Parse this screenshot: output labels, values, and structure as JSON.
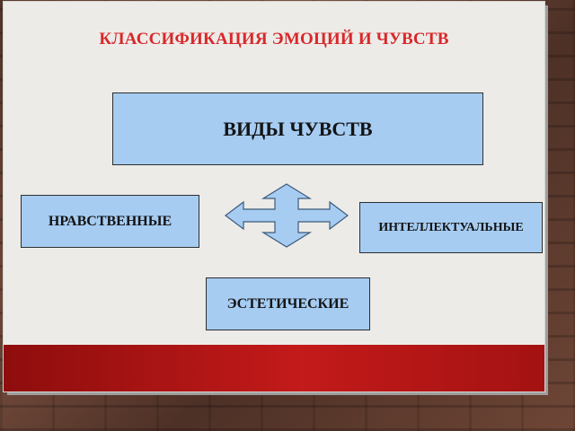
{
  "slide": {
    "title": "КЛАССИФИКАЦИЯ ЭМОЦИЙ И ЧУВСТВ"
  },
  "diagram": {
    "center": "ВИДЫ ЧУВСТВ",
    "left": "НРАВСТВЕННЫЕ",
    "right": "ИНТЕЛЛЕКТУАЛЬНЫЕ",
    "bottom": "ЭСТЕТИЧЕСКИЕ"
  },
  "colors": {
    "title": "#d8282a",
    "box_fill": "#a6ccf2",
    "banner": "#c31a1a",
    "arrow_fill": "#a6ccf2"
  },
  "icons": {
    "connector": "four-way-arrow-icon"
  }
}
